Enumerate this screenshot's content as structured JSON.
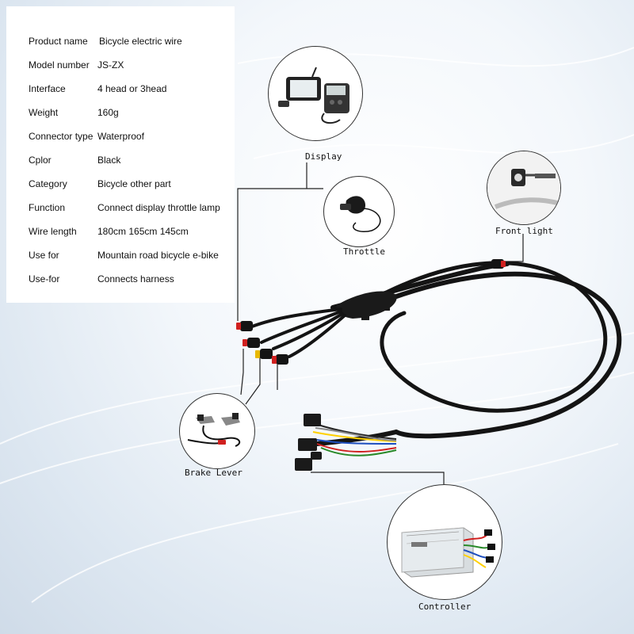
{
  "specs": [
    {
      "key": "Product name",
      "value": "Bicycle electric wire"
    },
    {
      "key": "Model number",
      "value": "JS-ZX"
    },
    {
      "key": "Interface",
      "value": "4 head or 3head"
    },
    {
      "key": "Weight",
      "value": "160g"
    },
    {
      "key": "Connector type",
      "value": "Waterproof"
    },
    {
      "key": "Cplor",
      "value": "Black"
    },
    {
      "key": "Category",
      "value": "Bicycle other part"
    },
    {
      "key": "Function",
      "value": "Connect display throttle lamp"
    },
    {
      "key": "Wire length",
      "value": "180cm 165cm 145cm"
    },
    {
      "key": "Use for",
      "value": "Mountain road bicycle e-bike"
    },
    {
      "key": "Use-for",
      "value": "Connects harness"
    }
  ],
  "labels": {
    "display": "Display",
    "throttle": "Throttle",
    "front_light": "Front light",
    "brake_lever": "Brake Lever",
    "controller": "Controller"
  },
  "colors": {
    "cable": "#141414",
    "connector_red": "#d0201f",
    "connector_yellow": "#e8b800",
    "outline": "#333333"
  }
}
